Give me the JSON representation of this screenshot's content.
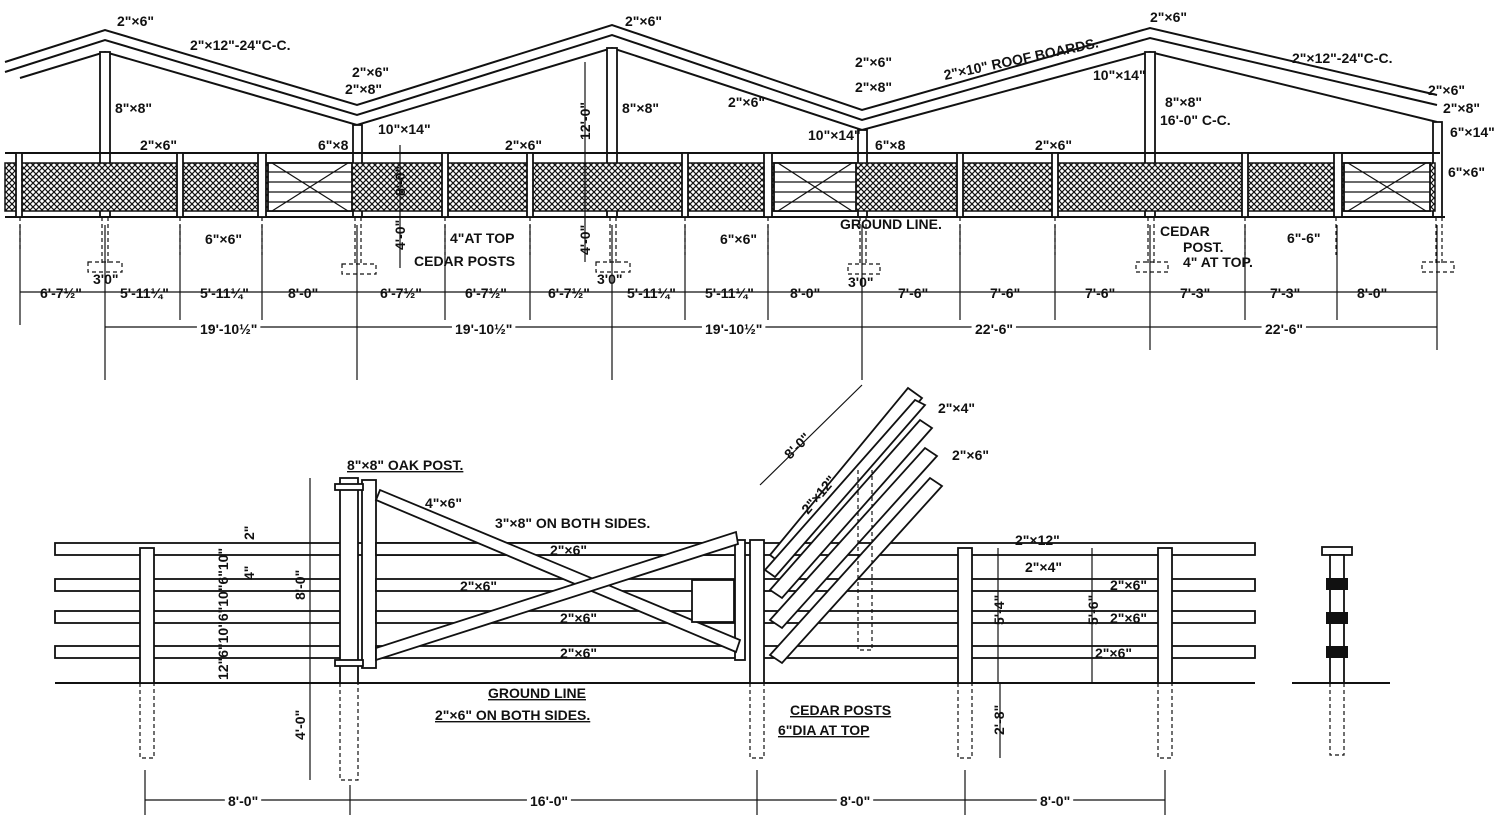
{
  "elevation": {
    "labels": {
      "peak_rafter_1": "2\"×6\"",
      "rafter_spacing_1": "2\"×12\"-24\"C-C.",
      "valley_top_1": "2\"×6\"",
      "valley_plate_1": "2\"×8\"",
      "post_1": "8\"×8\"",
      "rail_1": "2\"×6\"",
      "beam_1": "10\"×14\"",
      "post_6x6_a": "6\"×6\"",
      "peak_rafter_2": "2\"×6\"",
      "rail_2": "2\"×6\"",
      "height_12": "12'-0\"",
      "height_8": "8'-0\"",
      "depth_4a": "4'-0\"",
      "depth_4b": "4'-0\"",
      "post_2": "8\"×8\"",
      "brace_2": "2\"×6\"",
      "post_6x6_b": "6\"×6\"",
      "post_6x6_c": "6\"×6\"",
      "four_at_top": "4\"AT TOP",
      "cedar_posts": "CEDAR POSTS",
      "valley_top_2": "2\"×6\"",
      "valley_plate_2": "2\"×8\"",
      "roof_boards": "2\"×10\" ROOF BOARDS.",
      "peak_rafter_3": "2\"×6\"",
      "beam_2": "10\"×14\"",
      "post_6x8": "6\"×8",
      "ground_line": "GROUND LINE.",
      "rail_3": "2\"×6\"",
      "beam_3": "10\"×14\"",
      "post_3": "8\"×8\"",
      "post_spacing": "16'-0\" C-C.",
      "rafter_spacing_2": "2\"×12\"-24\"C-C.",
      "end_top": "2\"×6\"",
      "end_plate": "2\"×8\"",
      "end_beam": "6\"×14\"",
      "end_post": "6\"×6\"",
      "cedar": "CEDAR",
      "post": "POST.",
      "four_top": "4\" AT TOP.",
      "post_6_6": "6\"-6\"",
      "footing_a": "3'0\"",
      "footing_b": "3'0\"",
      "footing_c": "3'0\""
    },
    "dims_row1": [
      "6'-7½\"",
      "5'-11¼\"",
      "5'-11¼\"",
      "8'-0\"",
      "6'-7½\"",
      "6'-7½\"",
      "6'-7½\"",
      "5'-11¼\"",
      "5'-11¼\"",
      "8'-0\"",
      "7'-6\"",
      "7'-6\"",
      "7'-6\"",
      "7'-3\"",
      "7'-3\"",
      "8'-0\""
    ],
    "dims_row2": [
      "19'-10½\"",
      "19'-10½\"",
      "19'-10½\"",
      "22'-6\"",
      "22'-6\""
    ]
  },
  "detail": {
    "labels": {
      "oak_post": "8\"×8\" OAK POST.",
      "brace": "4\"×6\"",
      "both_sides": "3\"×8\" ON BOTH SIDES.",
      "gate_rail_1": "2\"×6\"",
      "gate_rail_2": "2\"×6\"",
      "gate_rail_3": "2\"×6\"",
      "gate_rail_4": "2\"×6\"",
      "gate_height": "8'-0\"",
      "spacing_stack": "12\"6\"10\"6\"10\"6\"10\"",
      "spacing_4": "4\"",
      "spacing_2": "2\"",
      "ground_line": "GROUND LINE",
      "rails_both_sides": "2\"×6\" ON BOTH SIDES.",
      "depth_4": "4'-0\"",
      "open_top": "2\"×4\"",
      "open_rails": "2\"×6\"",
      "open_diag": "2\"×12\"",
      "open_len": "8'-0\"",
      "fence_top": "2\"×12\"",
      "fence_cap": "2\"×4\"",
      "fence_rail_1": "2\"×6\"",
      "fence_rail_2": "2\"×6\"",
      "fence_rail_3": "2\"×6\"",
      "h_54": "5'-4\"",
      "h_56": "5'-6\"",
      "h_28": "2'-8\"",
      "cedar_posts": "CEDAR POSTS",
      "dia_top": "6\"DIA AT TOP"
    },
    "dims": [
      "8'-0\"",
      "16'-0\"",
      "8'-0\"",
      "8'-0\""
    ]
  }
}
